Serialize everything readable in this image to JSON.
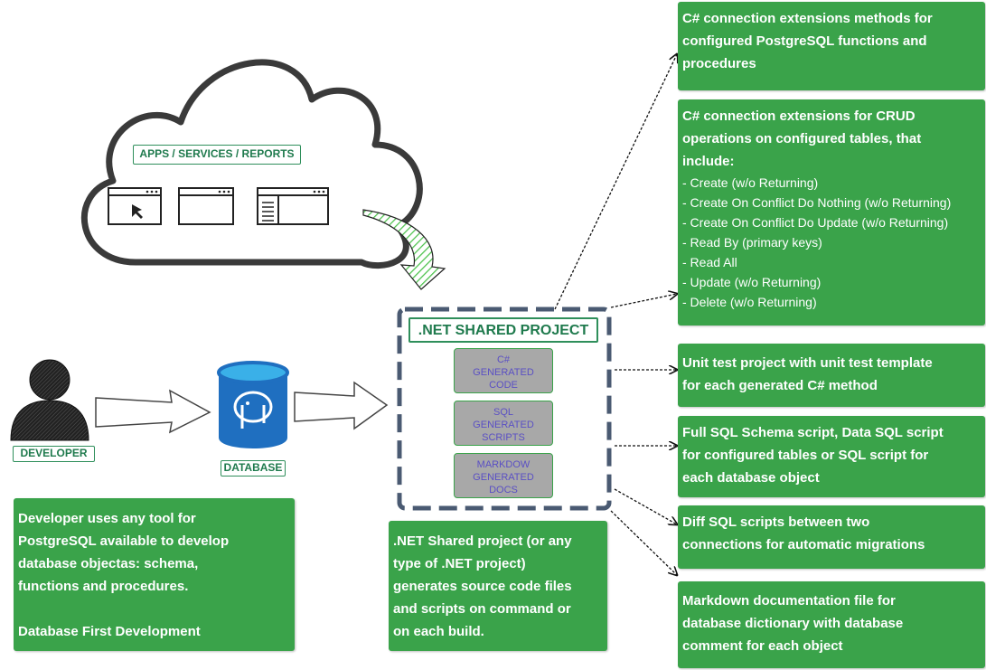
{
  "cloud": {
    "label": "APPS / SERVICES / REPORTS"
  },
  "developer": {
    "label": "DEVELOPER"
  },
  "database": {
    "label": "DATABASE"
  },
  "project": {
    "title": ".NET SHARED PROJECT",
    "items": [
      {
        "lines": [
          "C#",
          "GENERATED",
          "CODE"
        ]
      },
      {
        "lines": [
          "SQL",
          "GENERATED",
          "SCRIPTS"
        ]
      },
      {
        "lines": [
          "MARKDOW",
          "GENERATED",
          "DOCS"
        ]
      }
    ]
  },
  "notes": {
    "developer": [
      "Developer uses any tool for",
      "PostgreSQL available to develop",
      "database objectas: schema,",
      "functions and procedures.",
      "",
      "Database First Development"
    ],
    "project": [
      ".NET Shared project (or any",
      "type of .NET project)",
      "generates source code files",
      "and scripts on command or",
      "on each build."
    ]
  },
  "outputs": {
    "methods": [
      "C# connection extensions methods for",
      "configured PostgreSQL functions and",
      "procedures"
    ],
    "crud": {
      "title": [
        "C# connection extensions for CRUD",
        "operations on configured tables, that",
        "include:"
      ],
      "items": [
        "- Create (w/o Returning)",
        "- Create On Conflict Do Nothing (w/o Returning)",
        "- Create On Conflict Do Update (w/o Returning)",
        "- Read By (primary keys)",
        "- Read All",
        "- Update (w/o Returning)",
        "- Delete (w/o Returning)"
      ]
    },
    "tests": [
      "Unit test project with unit test template",
      "for each generated C# method"
    ],
    "schema": [
      "Full SQL Schema script, Data SQL script",
      "for configured tables or SQL script for",
      "each database object"
    ],
    "diff": [
      "Diff SQL scripts between two",
      "connections for automatic migrations"
    ],
    "markdown": [
      "Markdown documentation file for",
      "database dictionary with database",
      "comment for each object"
    ]
  },
  "colors": {
    "green": "#3aa34a",
    "dark_dash": "#4a5a72",
    "db_blue": "#1f6fc0",
    "label_green": "#1f7a4d"
  }
}
